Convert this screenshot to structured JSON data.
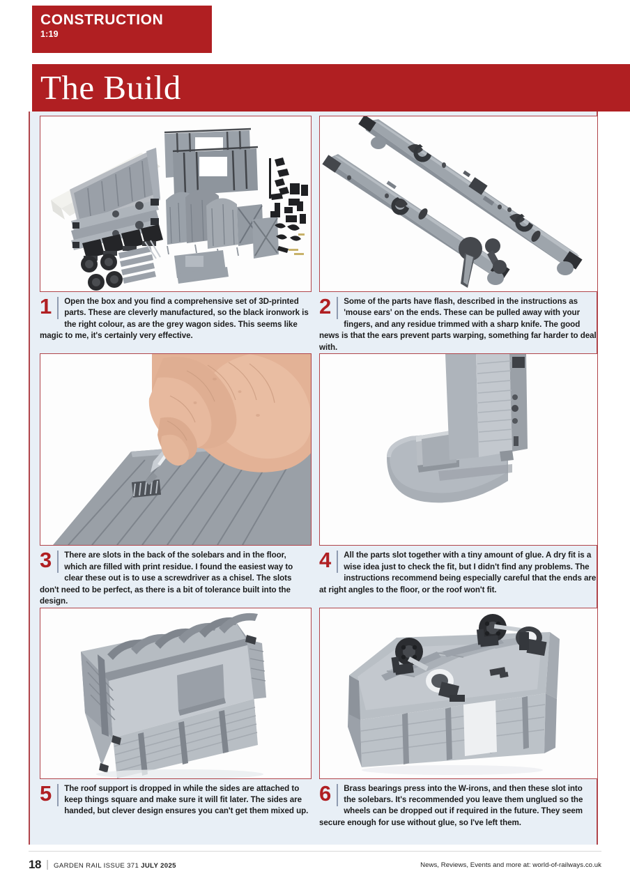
{
  "header": {
    "kicker_title": "CONSTRUCTION",
    "kicker_sub": "1:19",
    "banner_title": "The Build"
  },
  "steps": [
    {
      "number": "1",
      "text": "Open the box and you find a comprehensive set of 3D-printed parts. These are cleverly manufactured, so the black ironwork is the right colour, as are the grey wagon sides. This seems like magic to me, it's certainly very effective.",
      "image_name": "3d-printed-parts-laid-out"
    },
    {
      "number": "2",
      "text": "Some of the parts have flash, described in the instructions as 'mouse ears' on the ends. These can be pulled away with your fingers, and any residue trimmed with a sharp knife. The good news is that the ears prevent parts warping, something far harder to deal with.",
      "image_name": "solebars-with-mouse-ears"
    },
    {
      "number": "3",
      "text": "There are slots in the back of the solebars and in the floor, which are filled with print residue. I found the easiest way to clear these out is to use a screwdriver as a chisel. The slots don't need to be perfect, as there is a bit of tolerance built into the design.",
      "image_name": "hand-clearing-slots-with-screwdriver"
    },
    {
      "number": "4",
      "text": "All the parts slot together with a tiny amount of glue. A dry fit is a wise idea just to check the fit, but I didn't find any problems. The instructions recommend being especially careful that the ends are at right angles to the floor, or the roof won't fit.",
      "image_name": "end-panel-at-right-angle-to-floor"
    },
    {
      "number": "5",
      "text": "The roof support is dropped in while the sides are attached to keep things square and make sure it will fit later. The sides are handed, but clever design ensures you can't get them mixed up.",
      "image_name": "assembled-body-with-roof-supports"
    },
    {
      "number": "6",
      "text": "Brass bearings press into the W-irons, and then these slot into the solebars. It's recommended you leave them unglued so the wheels can be dropped out if required in the future. They seem secure enough for use without glue, so I've left them.",
      "image_name": "wagon-underside-with-wheelsets"
    }
  ],
  "footer": {
    "page_number": "18",
    "divider": "|",
    "magazine": "GARDEN RAIL ISSUE 371 ",
    "issue_date": "JULY 2025",
    "right_text": "News, Reviews, Events and more at: world-of-railways.co.uk"
  },
  "colors": {
    "brand_red": "#B01F22",
    "frame_red": "#B0444A",
    "panel_bg": "#E8EFF6",
    "text": "#1c1c1c"
  }
}
